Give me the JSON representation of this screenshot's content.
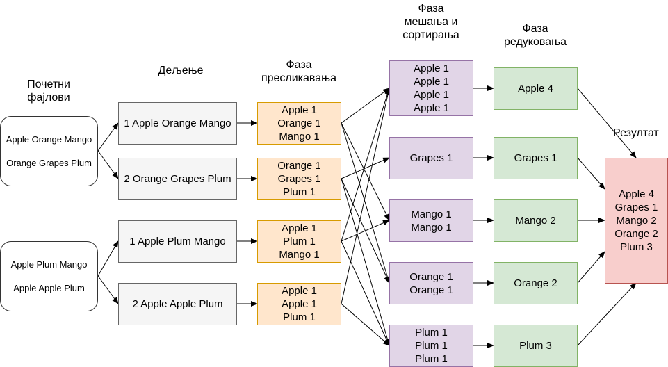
{
  "headings": {
    "initial": [
      "Почетни",
      "фајлови"
    ],
    "split": [
      "Дељење"
    ],
    "map": [
      "Фаза",
      "пресликавања"
    ],
    "shuffle": [
      "Фаза",
      "мешања и",
      "сортирања"
    ],
    "reduce": [
      "Фаза",
      "редуковања"
    ],
    "result": [
      "Резултат"
    ]
  },
  "files": [
    {
      "lines": [
        "Apple Orange Mango",
        "Orange Grapes Plum"
      ]
    },
    {
      "lines": [
        "Apple Plum Mango",
        "Apple Apple Plum"
      ]
    }
  ],
  "splits": [
    {
      "text": "1 Apple Orange Mango"
    },
    {
      "text": "2 Orange Grapes Plum"
    },
    {
      "text": "1 Apple Plum Mango"
    },
    {
      "text": "2 Apple Apple Plum"
    }
  ],
  "maps": [
    {
      "lines": [
        "Apple 1",
        "Orange 1",
        "Mango 1"
      ]
    },
    {
      "lines": [
        "Orange 1",
        "Grapes 1",
        "Plum 1"
      ]
    },
    {
      "lines": [
        "Apple 1",
        "Plum 1",
        "Mango 1"
      ]
    },
    {
      "lines": [
        "Apple 1",
        "Apple 1",
        "Plum 1"
      ]
    }
  ],
  "shuffles": [
    {
      "lines": [
        "Apple 1",
        "Apple 1",
        "Apple 1",
        "Apple 1"
      ]
    },
    {
      "lines": [
        "Grapes 1"
      ]
    },
    {
      "lines": [
        "Mango 1",
        "Mango 1"
      ]
    },
    {
      "lines": [
        "Orange 1",
        "Orange 1"
      ]
    },
    {
      "lines": [
        "Plum 1",
        "Plum 1",
        "Plum 1"
      ]
    }
  ],
  "reduces": [
    {
      "text": "Apple 4"
    },
    {
      "text": "Grapes 1"
    },
    {
      "text": "Mango 2"
    },
    {
      "text": "Orange 2"
    },
    {
      "text": "Plum 3"
    }
  ],
  "result": {
    "lines": [
      "Apple 4",
      "Grapes 1",
      "Mango 2",
      "Orange 2",
      "Plum 3"
    ]
  }
}
